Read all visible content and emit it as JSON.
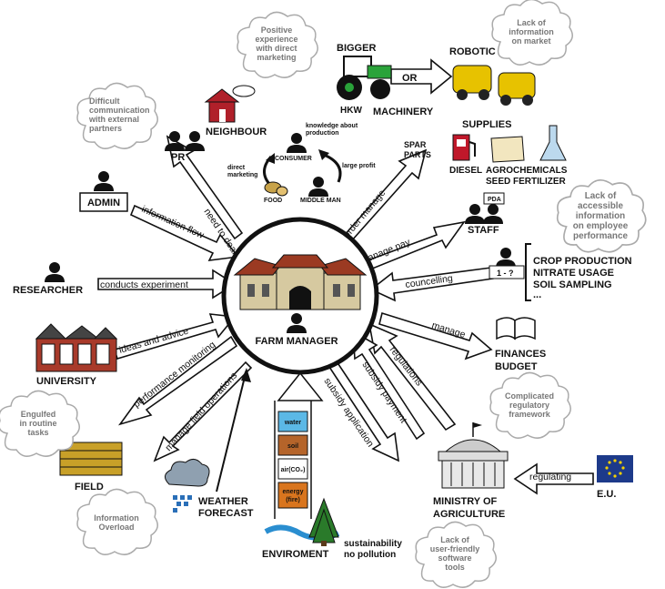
{
  "center": {
    "label": "FARM MANAGER"
  },
  "nodes": {
    "bigger": "BIGGER",
    "hkw": "HKW",
    "or": "OR",
    "robotic": "ROBOTIC",
    "machinery": "MACHINERY",
    "neighbour": "NEIGHBOUR",
    "pr": "PR",
    "supplies": "SUPPLIES",
    "diesel": "DIESEL",
    "agrochemicals": "AGROCHEMICALS",
    "seed_fertilizer": "SEED FERTILIZER",
    "spar_parts": [
      "SPAR",
      "PARTS"
    ],
    "admin": "ADMIN",
    "staff": "STAFF",
    "pda": "PDA",
    "researcher": "RESEARCHER",
    "crop": [
      "CROP PRODUCTION",
      "NITRATE USAGE",
      "SOIL SAMPLING",
      "..."
    ],
    "one_q": "1 - ?",
    "university": "UNIVERSITY",
    "finances": [
      "FINANCES",
      "BUDGET"
    ],
    "field": "FIELD",
    "weather": [
      "WEATHER",
      "FORECAST"
    ],
    "ministry": [
      "MINISTRY OF",
      "AGRICULTURE"
    ],
    "eu": "E.U.",
    "enviroment": "ENVIROMENT",
    "sustainability": [
      "sustainability",
      "no pollution"
    ]
  },
  "market": {
    "knowledge": [
      "knowledge about",
      "production"
    ],
    "consumer": "CONSUMER",
    "direct_marketing": [
      "direct",
      "marketing"
    ],
    "large_profit": "large profit",
    "food": "FOOD",
    "middle_man": "MIDDLE MAN"
  },
  "pillar": [
    "water",
    "soil",
    "air(CO₂)",
    "energy",
    "(fire)"
  ],
  "arrows": {
    "need_to_deal": "need to deal",
    "order_manage": "order manage",
    "information_flow": "information flow",
    "manage_pay": "manage pay",
    "conducts_experiment": "conducts experiment",
    "councelling": "councelling",
    "ideas_and_advice": "ideas and advice",
    "manage": "manage",
    "performance_monitoring": "performance monitoring",
    "regulations": "regulations",
    "manage_field_operations": "manage field operations",
    "subsidy_payment": "subsidy payment",
    "subsidy_application": "subsidy application",
    "regulating": "regulating"
  },
  "clouds": {
    "positive": [
      "Positive",
      "experience",
      "with direct",
      "marketing"
    ],
    "lack_market": [
      "Lack of",
      "information",
      "on market"
    ],
    "difficult": [
      "Difficult",
      "communication",
      "with external",
      "partners"
    ],
    "lack_employee": [
      "Lack of",
      "accessible",
      "information",
      "on employee",
      "performance"
    ],
    "engulfed": [
      "Engulfed",
      "in routine",
      "tasks"
    ],
    "complicated": [
      "Complicated",
      "regulatory",
      "framework"
    ],
    "overload": [
      "Information",
      "Overload"
    ],
    "lack_software": [
      "Lack of",
      "user-friendly",
      "software",
      "tools"
    ]
  },
  "colors": {
    "pillar_water": "#5bb8e6",
    "pillar_soil": "#b5642a",
    "pillar_energy": "#d9751e",
    "eu_blue": "#1d3a8a",
    "eu_star": "#f4d000"
  }
}
